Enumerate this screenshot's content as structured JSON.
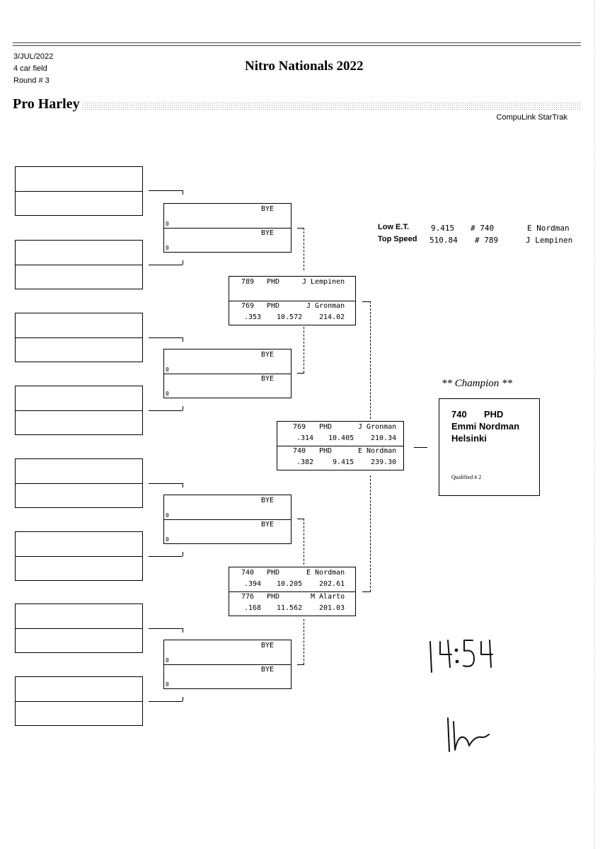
{
  "header": {
    "date": "3/JUL/2022",
    "field": "4 car field",
    "round": "Round # 3",
    "title": "Nitro Nationals 2022",
    "class_name": "Pro Harley",
    "brand": "CompuLink StarTrak"
  },
  "round1": {
    "bye": "BYE",
    "zero": "0"
  },
  "semis": [
    {
      "top": {
        "num": "789",
        "cls": "PHD",
        "name": "J Lempinen"
      },
      "bottom": {
        "num": "769",
        "cls": "PHD",
        "name": "J Gronman",
        "rt": ".353",
        "et": "10.572",
        "mph": "214.02"
      }
    },
    {
      "top": {
        "num": "740",
        "cls": "PHD",
        "name": "E Nordman",
        "rt": ".394",
        "et": "10.205",
        "mph": "202.61"
      },
      "bottom": {
        "num": "776",
        "cls": "PHD",
        "name": "M Alarto",
        "rt": ".168",
        "et": "11.562",
        "mph": "201.03"
      }
    }
  ],
  "final": {
    "top": {
      "num": "769",
      "cls": "PHD",
      "name": "J Gronman",
      "rt": ".314",
      "et": "10.405",
      "mph": "210.34"
    },
    "bottom": {
      "num": "740",
      "cls": "PHD",
      "name": "E Nordman",
      "rt": ".382",
      "et": "9.415",
      "mph": "239.30"
    }
  },
  "stats": {
    "low_et": {
      "label": "Low  E.T.",
      "value": "9.415",
      "car": "# 740",
      "name": "E Nordman"
    },
    "top_speed": {
      "label": "Top Speed",
      "value": "510.84",
      "car": "# 789",
      "name": "J Lempinen"
    }
  },
  "champion": {
    "heading": "** Champion **",
    "num": "740",
    "cls": "PHD",
    "name": "Emmi Nordman",
    "city": "Helsinki",
    "qualified": "Qualified # 2"
  },
  "handwriting": {
    "time": "14:54"
  }
}
